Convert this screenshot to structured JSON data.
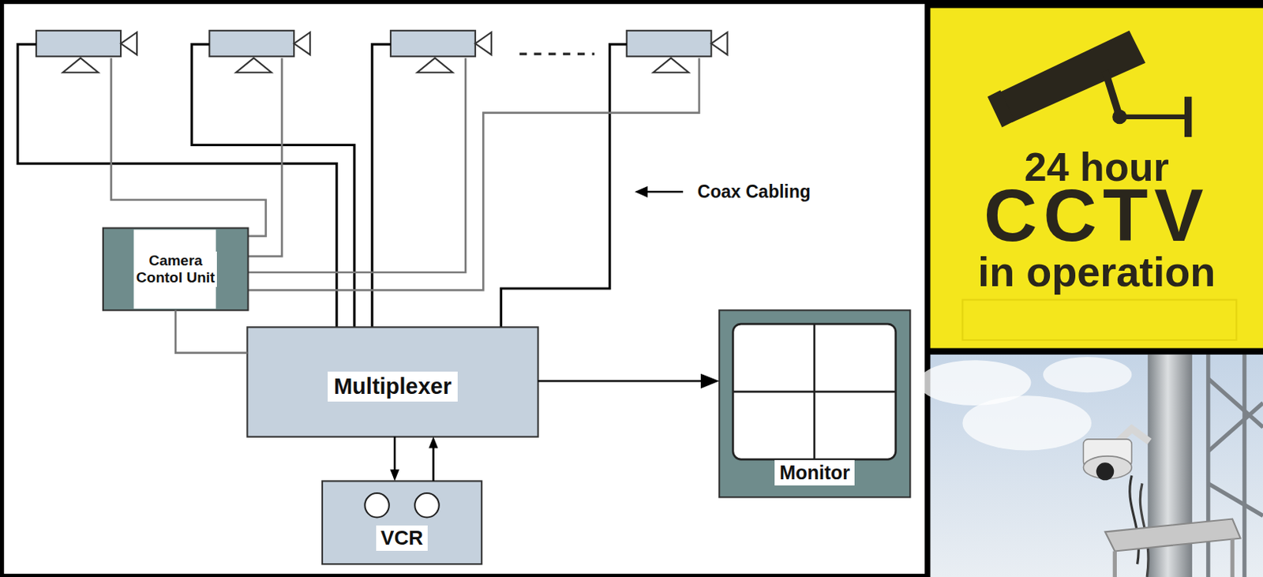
{
  "diagram": {
    "nodes": [
      {
        "text": [
          "Camera Contol Unit"
        ]
      },
      {
        "text": [
          "Multiplexer"
        ]
      },
      {
        "text": [
          "VCR"
        ]
      },
      {
        "text": [
          "Monitor"
        ]
      },
      {
        "text": [
          "24 hour",
          "CCTV",
          "in operation"
        ]
      }
    ],
    "edges": [
      {
        "from": 0,
        "to": 1,
        "arrow": "none"
      },
      {
        "from": 1,
        "to": 2,
        "arrow": "to"
      },
      {
        "from": 2,
        "to": 1,
        "arrow": "to"
      },
      {
        "from": 1,
        "to": 3,
        "arrow": "to"
      }
    ],
    "labels": [
      "Coax Cabling"
    ]
  }
}
